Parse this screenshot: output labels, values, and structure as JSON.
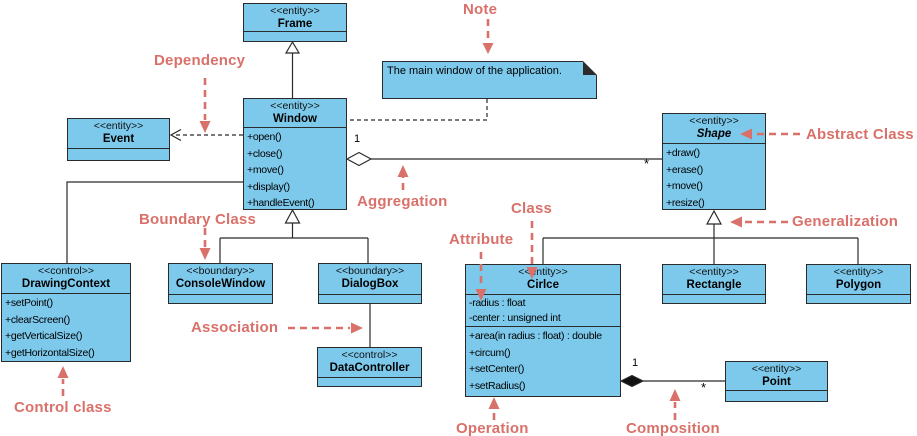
{
  "diagram": {
    "note": {
      "text": "The main window of the application."
    },
    "classes": {
      "frame": {
        "stereotype": "<<entity>>",
        "name": "Frame"
      },
      "event": {
        "stereotype": "<<entity>>",
        "name": "Event"
      },
      "window": {
        "stereotype": "<<entity>>",
        "name": "Window",
        "operations": [
          "+open()",
          "+close()",
          "+move()",
          "+display()",
          "+handleEvent()"
        ]
      },
      "shape": {
        "stereotype": "<<entity>>",
        "name": "Shape",
        "abstract": true,
        "operations": [
          "+draw()",
          "+erase()",
          "+move()",
          "+resize()"
        ]
      },
      "drawing_context": {
        "stereotype": "<<control>>",
        "name": "DrawingContext",
        "operations": [
          "+setPoint()",
          "+clearScreen()",
          "+getVerticalSize()",
          "+getHorizontalSize()"
        ]
      },
      "console_window": {
        "stereotype": "<<boundary>>",
        "name": "ConsoleWindow"
      },
      "dialog_box": {
        "stereotype": "<<boundary>>",
        "name": "DialogBox"
      },
      "data_controller": {
        "stereotype": "<<control>>",
        "name": "DataController"
      },
      "circle": {
        "stereotype": "<<entity>>",
        "name": "Cirlce",
        "attributes": [
          "-radius : float",
          "-center : unsigned int"
        ],
        "operations": [
          "+area(in radius : float) : double",
          "+circum()",
          "+setCenter()",
          "+setRadius()"
        ]
      },
      "rectangle": {
        "stereotype": "<<entity>>",
        "name": "Rectangle"
      },
      "polygon": {
        "stereotype": "<<entity>>",
        "name": "Polygon"
      },
      "point": {
        "stereotype": "<<entity>>",
        "name": "Point"
      }
    },
    "multiplicities": {
      "aggregation_window": "1",
      "aggregation_shape": "*",
      "composition_circle": "1",
      "composition_point": "*"
    },
    "annotations": {
      "note": "Note",
      "dependency": "Dependency",
      "abstract_class": "Abstract Class",
      "aggregation": "Aggregation",
      "boundary_class": "Boundary Class",
      "class_label": "Class",
      "attribute": "Attribute",
      "generalization": "Generalization",
      "association": "Association",
      "control_class": "Control class",
      "operation": "Operation",
      "composition": "Composition"
    },
    "colors": {
      "class_fill": "#7cc9ec",
      "class_border": "#2b2b2b",
      "annotation": "#d9716a"
    }
  }
}
